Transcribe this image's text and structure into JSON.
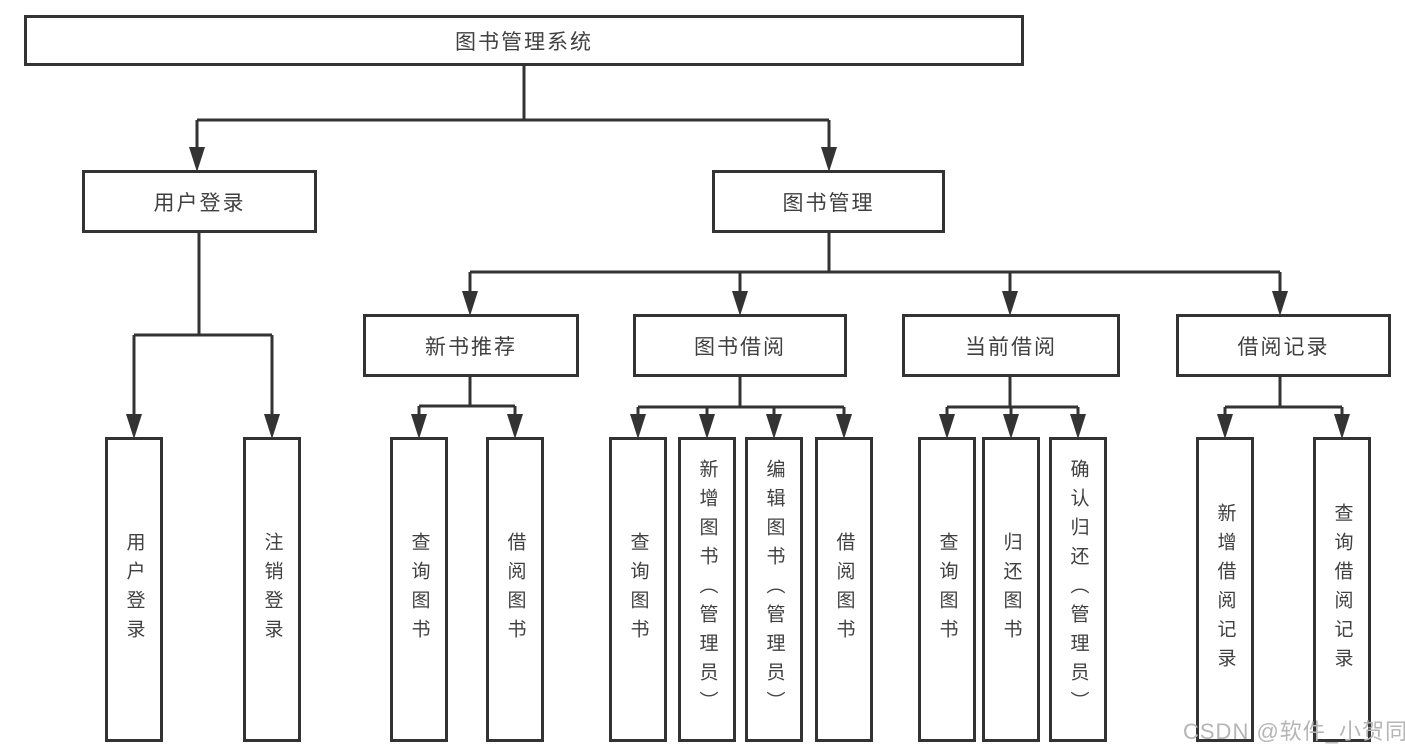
{
  "diagram": {
    "root": "图书管理系统",
    "level2": {
      "user": "用户登录",
      "books": "图书管理"
    },
    "level3": {
      "recommend": "新书推荐",
      "borrow": "图书借阅",
      "current": "当前借阅",
      "records": "借阅记录"
    },
    "leaves": {
      "user": [
        "用户登录",
        "注销登录"
      ],
      "recommend": [
        "查询图书",
        "借阅图书"
      ],
      "borrow": [
        "查询图书",
        "新增图书（管理员）",
        "编辑图书（管理员）",
        "借阅图书"
      ],
      "current": [
        "查询图书",
        "归还图书",
        "确认归还（管理员）"
      ],
      "records": [
        "新增借阅记录",
        "查询借阅记录"
      ]
    }
  },
  "watermark": "CSDN @软件_小贺同学",
  "colors": {
    "line": "#333333",
    "text": "#404040",
    "watermark": "#b5b5b5",
    "background": "#ffffff"
  }
}
